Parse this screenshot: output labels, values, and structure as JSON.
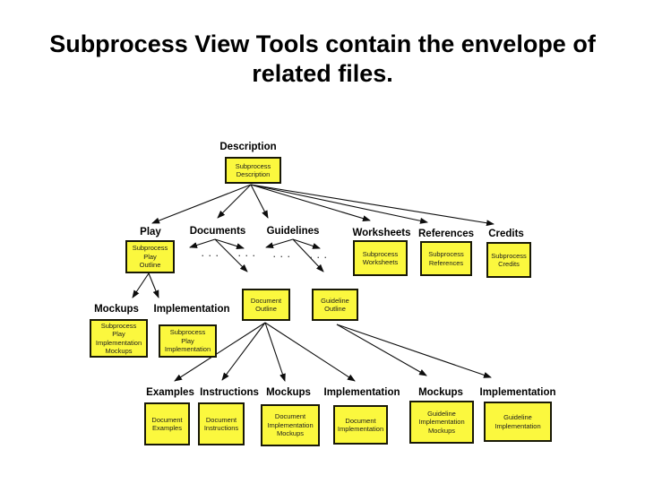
{
  "title": {
    "line1": "Subprocess View Tools contain the envelope of",
    "line2": "related files."
  },
  "colors": {
    "node_fill": "#fbf83e",
    "node_border": "#191907",
    "text": "#000000",
    "background": "#ffffff"
  },
  "diagram": {
    "ellipsis": ". . .",
    "labels": [
      {
        "id": "description",
        "text": "Description"
      },
      {
        "id": "play",
        "text": "Play"
      },
      {
        "id": "documents",
        "text": "Documents"
      },
      {
        "id": "guidelines",
        "text": "Guidelines"
      },
      {
        "id": "worksheets",
        "text": "Worksheets"
      },
      {
        "id": "references",
        "text": "References"
      },
      {
        "id": "credits",
        "text": "Credits"
      },
      {
        "id": "mockups-play",
        "text": "Mockups"
      },
      {
        "id": "implementation-play",
        "text": "Implementation"
      },
      {
        "id": "examples",
        "text": "Examples"
      },
      {
        "id": "instructions",
        "text": "Instructions"
      },
      {
        "id": "mockups-document",
        "text": "Mockups"
      },
      {
        "id": "implementation-document",
        "text": "Implementation"
      },
      {
        "id": "mockups-guideline",
        "text": "Mockups"
      },
      {
        "id": "implementation-guideline",
        "text": "Implementation"
      }
    ],
    "boxes": [
      {
        "id": "subprocess-description",
        "text": "Subprocess\nDescription"
      },
      {
        "id": "subprocess-play-outline",
        "text": "Subprocess\nPlay\nOutline"
      },
      {
        "id": "subprocess-worksheets",
        "text": "Subprocess\nWorksheets"
      },
      {
        "id": "subprocess-references",
        "text": "Subprocess\nReferences"
      },
      {
        "id": "subprocess-credits",
        "text": "Subprocess\nCredits"
      },
      {
        "id": "subprocess-play-implementation-mockups",
        "text": "Subprocess\nPlay\nImplementation\nMockups"
      },
      {
        "id": "subprocess-play-implementation",
        "text": "Subprocess\nPlay\nImplementation"
      },
      {
        "id": "document-outline",
        "text": "Document\nOutline"
      },
      {
        "id": "guideline-outline",
        "text": "Guideline\nOutline"
      },
      {
        "id": "document-examples",
        "text": "Document\nExamples"
      },
      {
        "id": "document-instructions",
        "text": "Document\nInstructions"
      },
      {
        "id": "document-implementation-mockups",
        "text": "Document\nImplementation\nMockups"
      },
      {
        "id": "document-implementation",
        "text": "Document\nImplementation"
      },
      {
        "id": "guideline-implementation-mockups",
        "text": "Guideline\nImplementation\nMockups"
      },
      {
        "id": "guideline-implementation",
        "text": "Guideline\nImplementation"
      }
    ]
  }
}
